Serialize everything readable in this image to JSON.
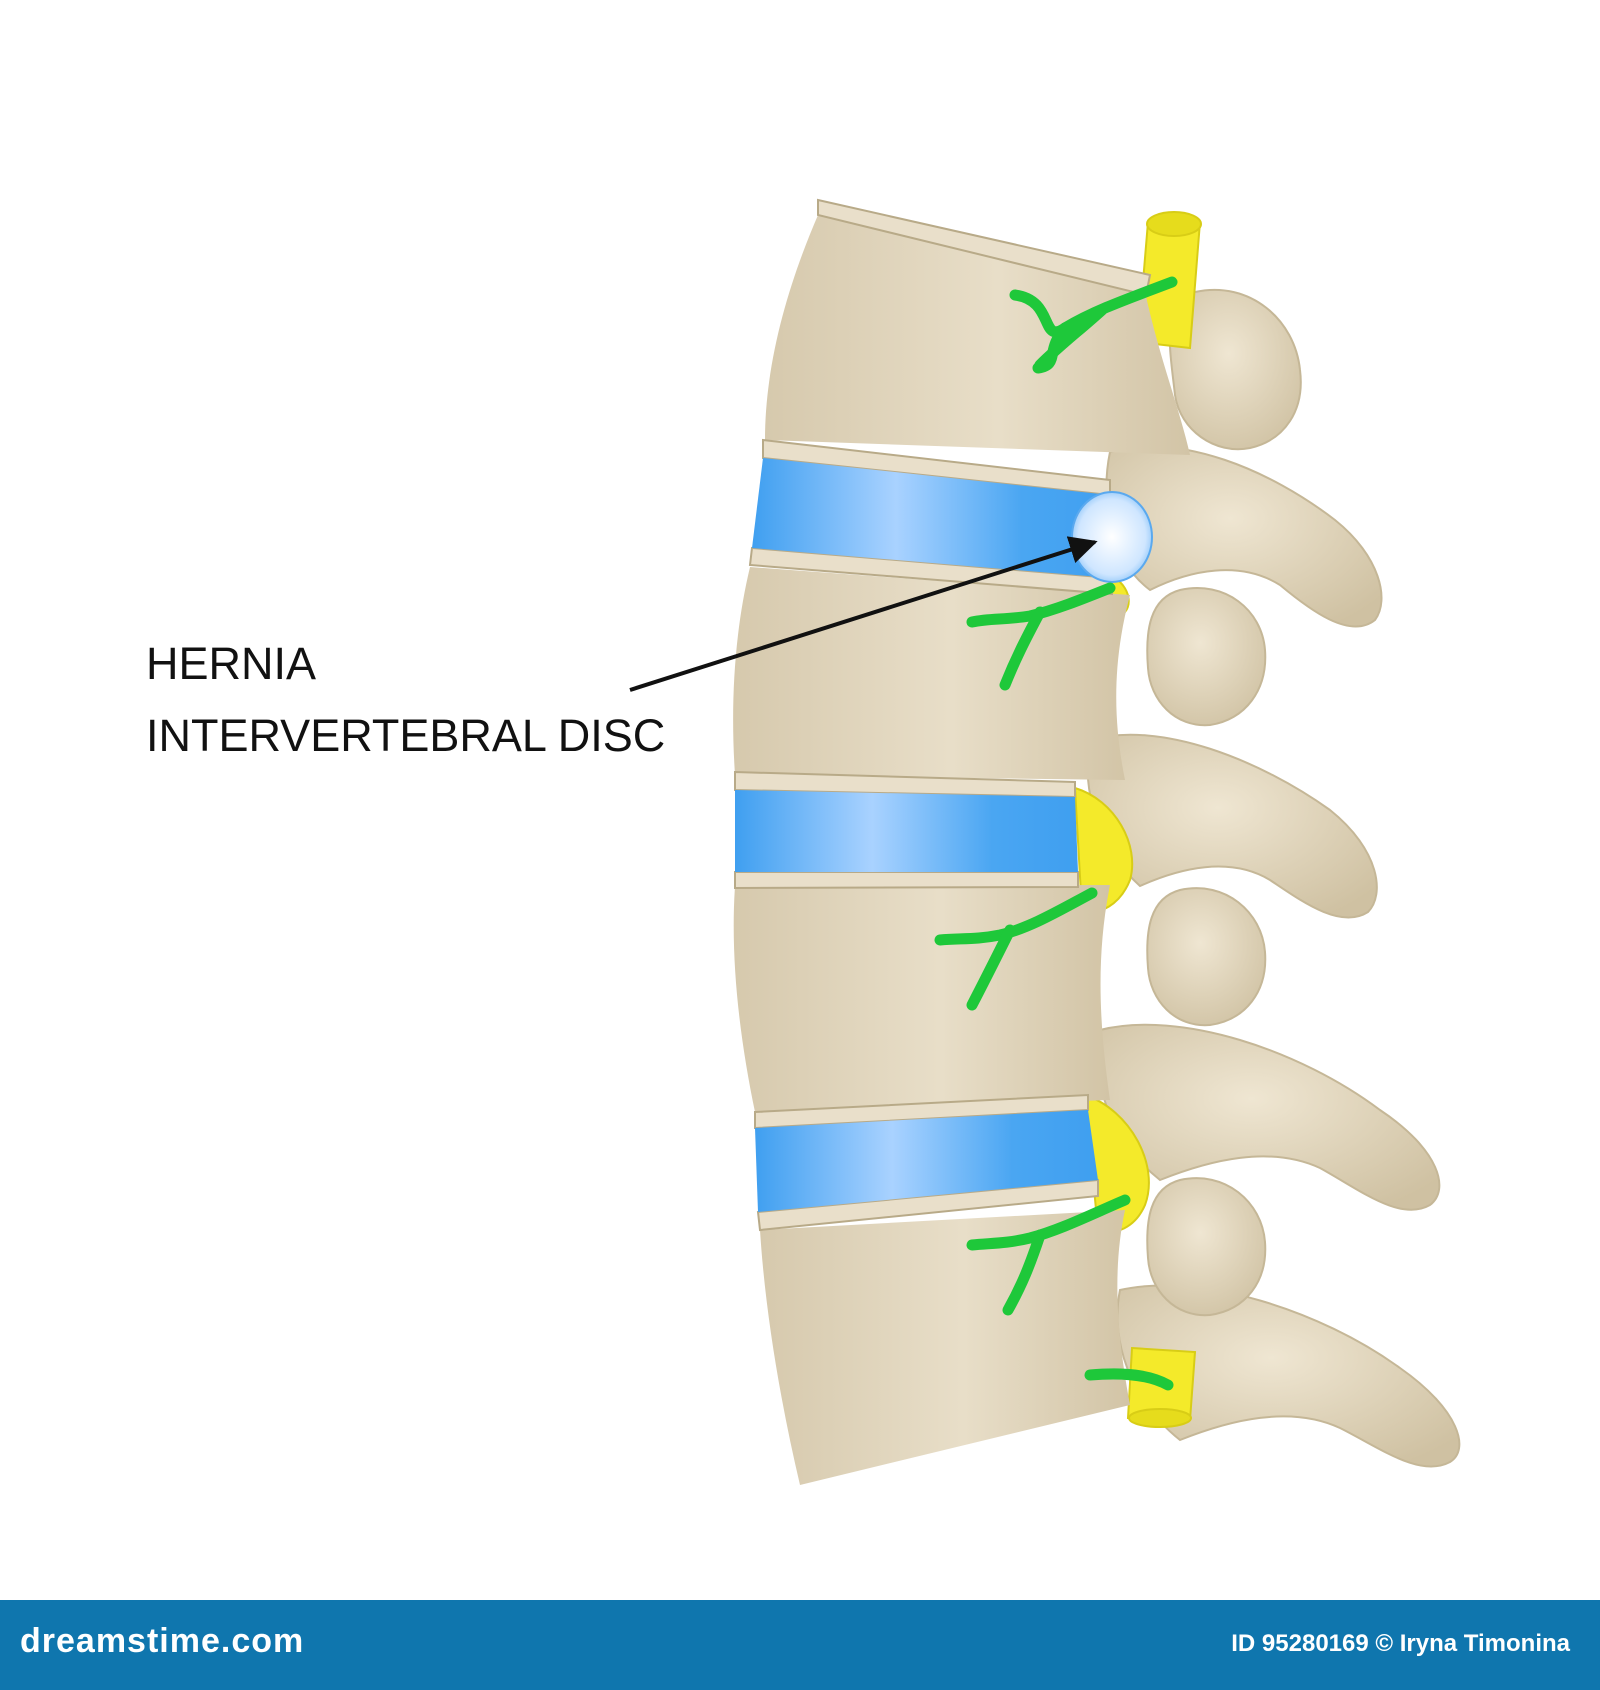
{
  "diagram": {
    "label_lines": [
      "HERNIA",
      "INTERVERTEBRAL DISC"
    ]
  },
  "watermark": {
    "brand": "dreamstime.com",
    "credit": "ID 95280169 © Iryna Timonina"
  },
  "colors": {
    "bone": "#d9cdb2",
    "bone_light": "#efe6d2",
    "bone_edge": "#c5b797",
    "disc": "#3f9ff0",
    "disc_light": "#cfe6ff",
    "nerve": "#1ec83a",
    "spinal_cord": "#f4ea2a",
    "arrow": "#111111",
    "footer": "#0f76ae"
  }
}
